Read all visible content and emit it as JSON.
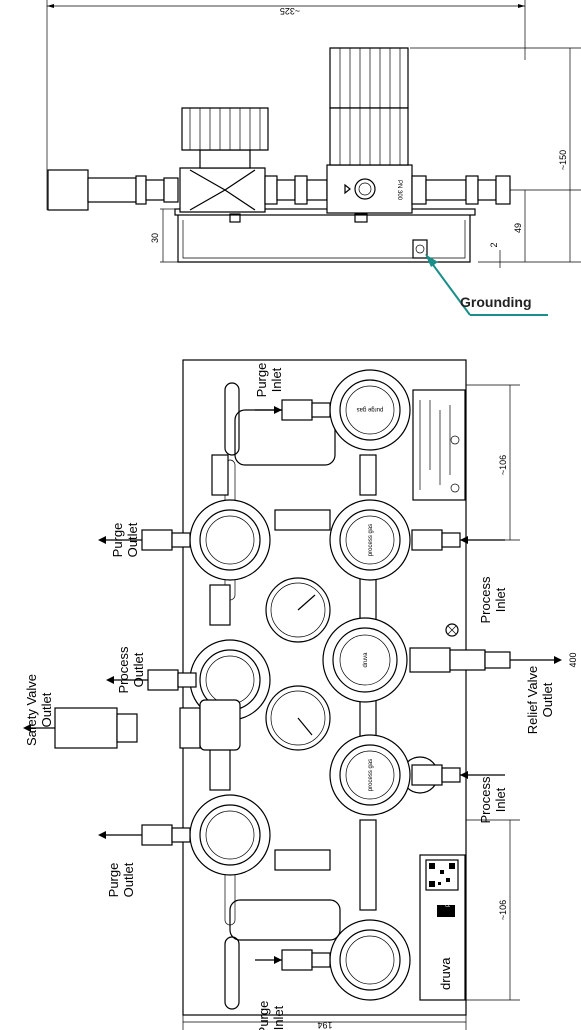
{
  "labels": {
    "grounding": "Grounding",
    "purge_inlet_top": "Purge\nInlet",
    "purge_outlet_top": "Purge\nOutlet",
    "process_outlet": "Process\nOutlet",
    "safety_valve_outlet": "Safety Valve\nOutlet",
    "purge_outlet_bottom": "Purge\nOutlet",
    "purge_inlet_bottom": "Purge\nInlet",
    "process_inlet_top": "Process\nInlet",
    "relief_valve_outlet": "Relief Valve\nOutlet",
    "process_inlet_bottom": "Process\nInlet"
  },
  "dimensions": {
    "total_width": "~325",
    "height_150": "~150",
    "height_49": "49",
    "height_30": "30",
    "gap_2": "2",
    "span_106_top": "~106",
    "span_106_bottom": "~106",
    "outlet_400": "400",
    "base_194": "194"
  },
  "markings": {
    "pn": "PN 300",
    "brand": "druva",
    "brand_suffix": "PUR",
    "purge_gas": "purge gas",
    "process_gas": "process gas",
    "druva_center": "druva"
  },
  "colors": {
    "grounding_arrow": "#1a8f8a",
    "line": "#000000"
  }
}
